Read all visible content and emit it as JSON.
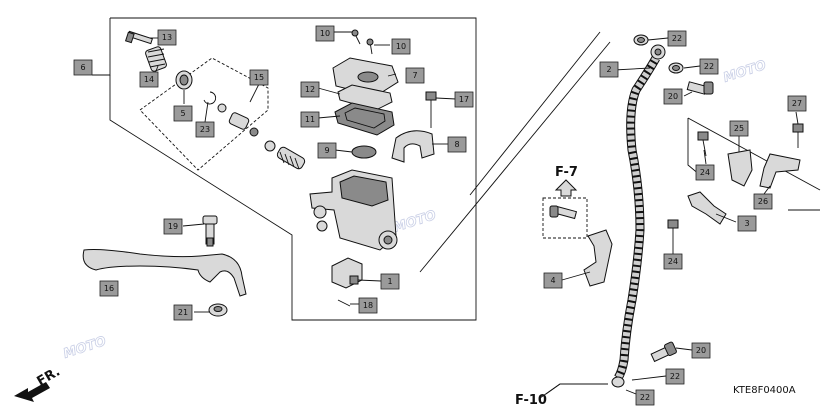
{
  "diagram": {
    "code": "KTE8F0400A",
    "ref_f7": "F-7",
    "ref_f10": "F-10",
    "front_label": "FR.",
    "watermark": "MOTO",
    "labels": [
      {
        "id": "13",
        "text": "13"
      },
      {
        "id": "6",
        "text": "6"
      },
      {
        "id": "14",
        "text": "14"
      },
      {
        "id": "5",
        "text": "5"
      },
      {
        "id": "23",
        "text": "23"
      },
      {
        "id": "15",
        "text": "15"
      },
      {
        "id": "10a",
        "text": "10"
      },
      {
        "id": "10b",
        "text": "10"
      },
      {
        "id": "7",
        "text": "7"
      },
      {
        "id": "12",
        "text": "12"
      },
      {
        "id": "11",
        "text": "11"
      },
      {
        "id": "17",
        "text": "17"
      },
      {
        "id": "9",
        "text": "9"
      },
      {
        "id": "8",
        "text": "8"
      },
      {
        "id": "19",
        "text": "19"
      },
      {
        "id": "16",
        "text": "16"
      },
      {
        "id": "21",
        "text": "21"
      },
      {
        "id": "1",
        "text": "1"
      },
      {
        "id": "18",
        "text": "18"
      },
      {
        "id": "22a",
        "text": "22"
      },
      {
        "id": "2",
        "text": "2"
      },
      {
        "id": "22b",
        "text": "22"
      },
      {
        "id": "20a",
        "text": "20"
      },
      {
        "id": "27",
        "text": "27"
      },
      {
        "id": "25",
        "text": "25"
      },
      {
        "id": "24a",
        "text": "24"
      },
      {
        "id": "26",
        "text": "26"
      },
      {
        "id": "3",
        "text": "3"
      },
      {
        "id": "24b",
        "text": "24"
      },
      {
        "id": "4",
        "text": "4"
      },
      {
        "id": "20b",
        "text": "20"
      },
      {
        "id": "22c",
        "text": "22"
      },
      {
        "id": "22d",
        "text": "22"
      }
    ]
  }
}
